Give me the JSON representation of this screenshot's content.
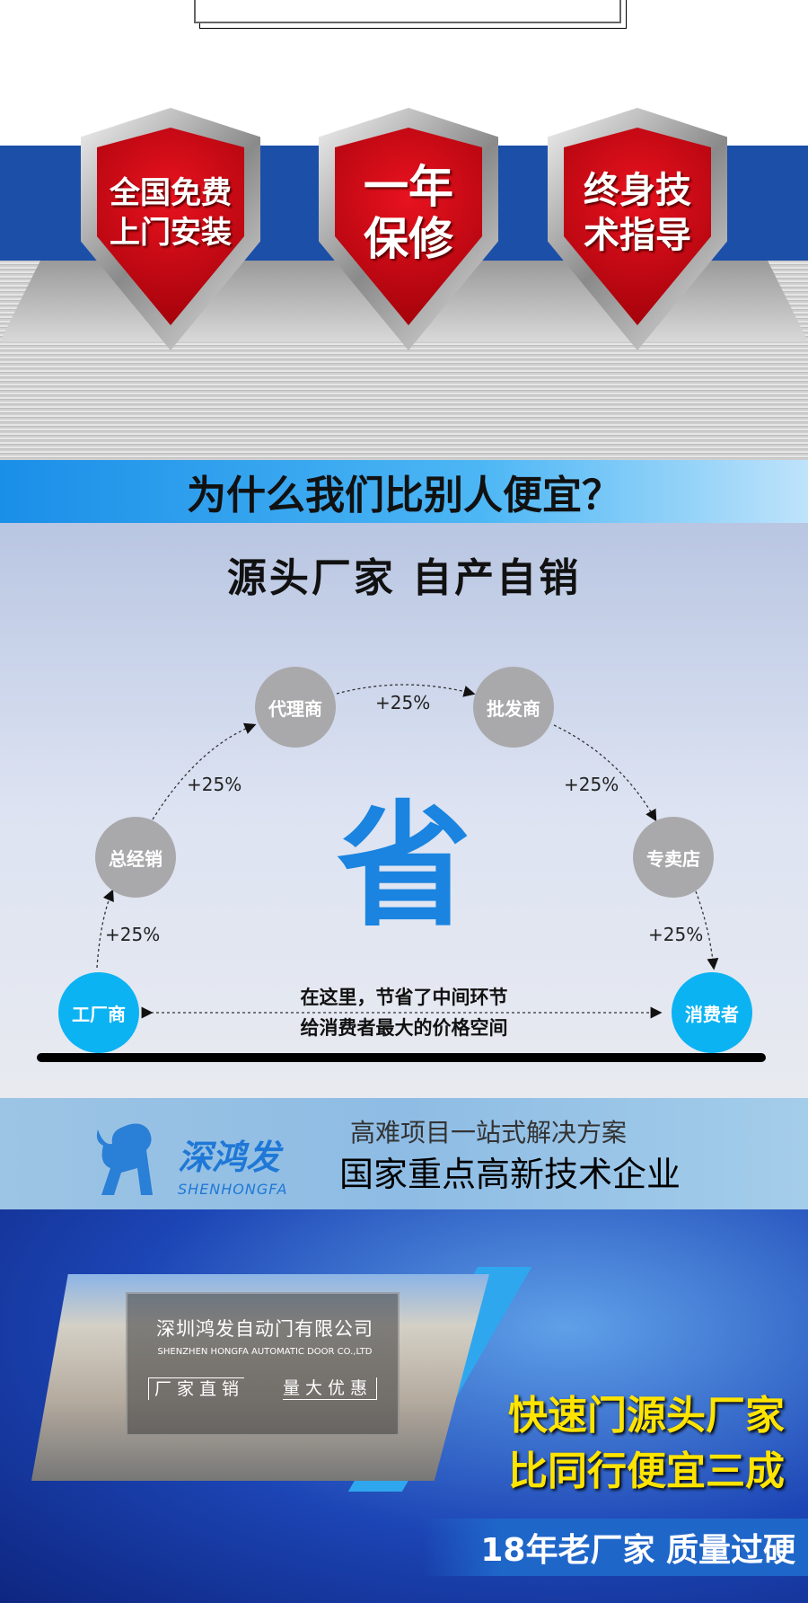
{
  "guarantees": [
    {
      "lines": [
        "全国免费",
        "上门安装"
      ]
    },
    {
      "lines": [
        "一年",
        "保修"
      ]
    },
    {
      "lines": [
        "终身技",
        "术指导"
      ]
    }
  ],
  "why_header": "为什么我们比别人便宜？",
  "diagram": {
    "title": "源头厂家  自产自销",
    "nodes": {
      "factory": "工厂商",
      "distributor": "总经销",
      "agent": "代理商",
      "wholesaler": "批发商",
      "store": "专卖店",
      "consumer": "消费者"
    },
    "markup": "+25%",
    "center_char": "省",
    "note_line1": "在这里，节省了中间环节",
    "note_line2": "给消费者最大的价格空间"
  },
  "banner": {
    "logo_cn": "深鸿发",
    "logo_en": "SHENHONGFA",
    "slogan1": "高难项目一站式解决方案",
    "slogan2": "国家重点高新技术企业"
  },
  "company": {
    "name_cn": "深圳鸿发自动门有限公司",
    "name_en": "SHENZHEN HONGFA AUTOMATIC DOOR CO.,LTD",
    "tag1": "厂家直销",
    "tag2": "量大优惠"
  },
  "promo": {
    "line1": "快速门源头厂家",
    "line2": "比同行便宜三成",
    "footer": "18年老厂家  质量过硬"
  }
}
